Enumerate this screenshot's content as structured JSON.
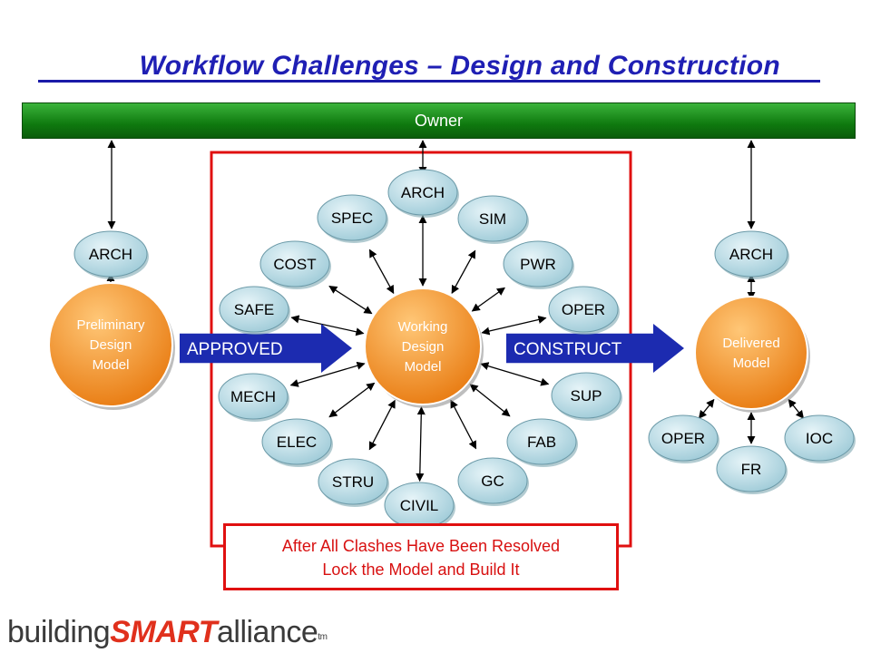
{
  "title": "Workflow Challenges – Design and Construction",
  "owner_label": "Owner",
  "preliminary": {
    "label": [
      "Preliminary",
      "Design",
      "Model"
    ],
    "arch": "ARCH"
  },
  "working": {
    "label": [
      "Working",
      "Design",
      "Model"
    ],
    "nodes": [
      "ARCH",
      "SIM",
      "PWR",
      "OPER",
      "SUP",
      "FAB",
      "GC",
      "CIVIL",
      "STRU",
      "ELEC",
      "MECH",
      "SAFE",
      "COST",
      "SPEC"
    ]
  },
  "delivered": {
    "label": [
      "Delivered",
      "Model"
    ],
    "arch": "ARCH",
    "children": [
      "OPER",
      "FR",
      "IOC"
    ]
  },
  "arrows": {
    "approved": "APPROVED",
    "construct": "CONSTRUCT"
  },
  "note": {
    "line1": "After All Clashes Have Been Resolved",
    "line2": "Lock the Model and Build It"
  },
  "logo": {
    "part1": "building",
    "part2": "SMART",
    "part3": "alliance",
    "tm": "tm"
  },
  "colors": {
    "title": "#1f1fb4",
    "owner_bar": "#0f7a0f",
    "node_fill": "#b8dde6",
    "model_fill": "#f08a1c",
    "arrow_fill": "#1c2bb0",
    "frame": "#e01010"
  }
}
